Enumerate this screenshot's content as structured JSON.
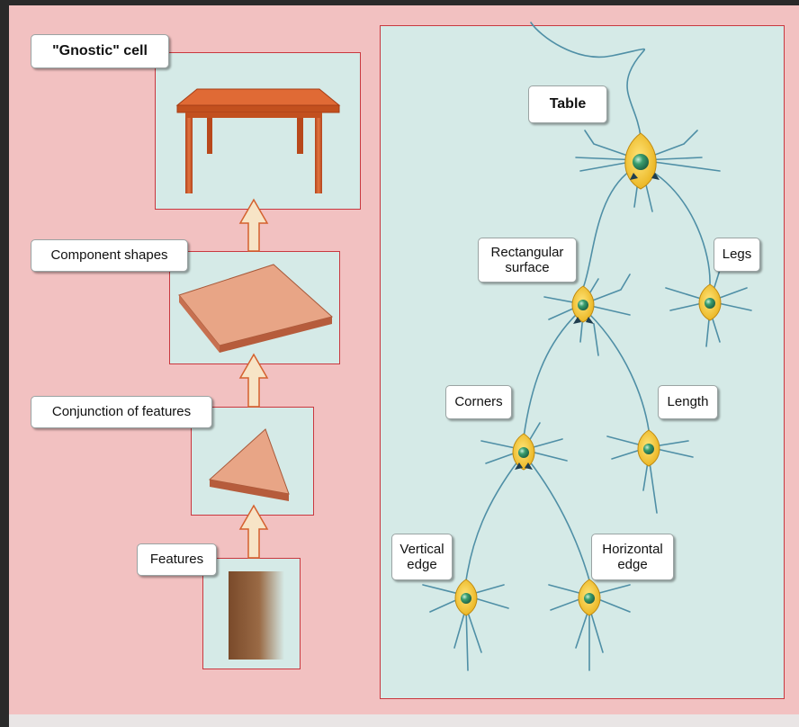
{
  "hierarchy": {
    "gnostic_label": "\"Gnostic\" cell",
    "component_label": "Component shapes",
    "conjunction_label": "Conjunction of features",
    "features_label": "Features"
  },
  "neuron_tree": {
    "table": "Table",
    "rect_line1": "Rectangular",
    "rect_line2": "surface",
    "legs": "Legs",
    "corners": "Corners",
    "length": "Length",
    "vertical_line1": "Vertical",
    "vertical_line2": "edge",
    "horizontal_line1": "Horizontal",
    "horizontal_line2": "edge"
  },
  "colors": {
    "background": "#f2c1c1",
    "panel": "#d5eae7",
    "frame_border": "#c9383f",
    "dendrite": "#4f8fa6",
    "soma": "#f4cc2a",
    "nucleus": "#2e8a62",
    "table_wood": "#cf5323"
  }
}
